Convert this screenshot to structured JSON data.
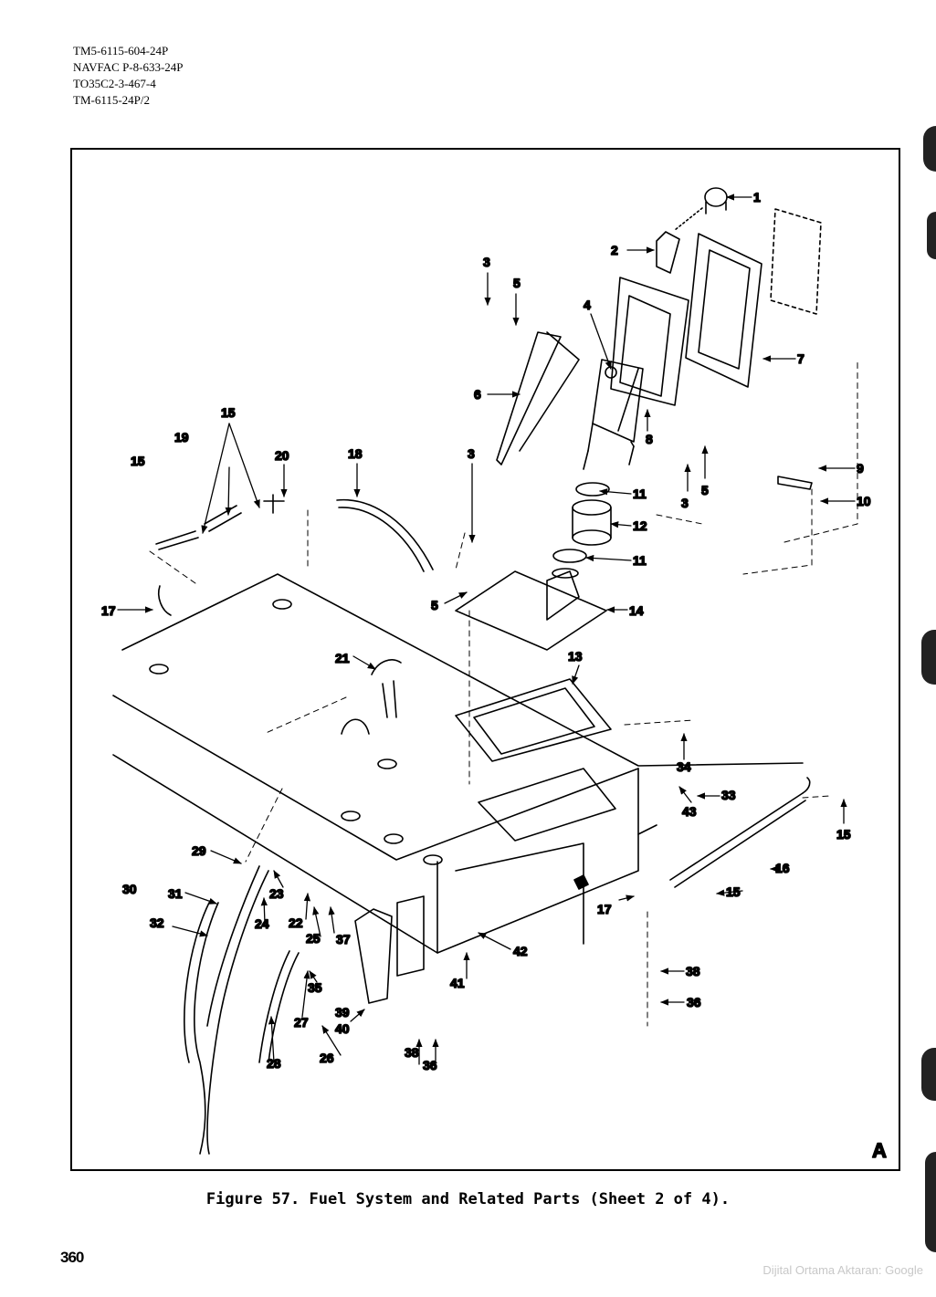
{
  "document_ids": [
    "TM5-6115-604-24P",
    "NAVFAC P-8-633-24P",
    "TO35C2-3-467-4",
    "TM-6115-24P/2"
  ],
  "figure": {
    "caption": "Figure 57.  Fuel System and Related Parts (Sheet 2 of 4).",
    "sheet_letter": "A",
    "callouts": [
      "1",
      "2",
      "3",
      "5",
      "4",
      "7",
      "6",
      "8",
      "15",
      "19",
      "20",
      "18",
      "3",
      "15",
      "3",
      "5",
      "9",
      "10",
      "11",
      "12",
      "11",
      "5",
      "14",
      "17",
      "21",
      "13",
      "34",
      "33",
      "43",
      "15",
      "29",
      "23",
      "16",
      "30",
      "31",
      "24",
      "22",
      "15",
      "17",
      "25",
      "37",
      "42",
      "32",
      "38",
      "41",
      "35",
      "36",
      "39",
      "40",
      "27",
      "38",
      "28",
      "26",
      "36"
    ]
  },
  "page_number": "360",
  "watermark": "Dijital Ortama Aktaran: Google"
}
